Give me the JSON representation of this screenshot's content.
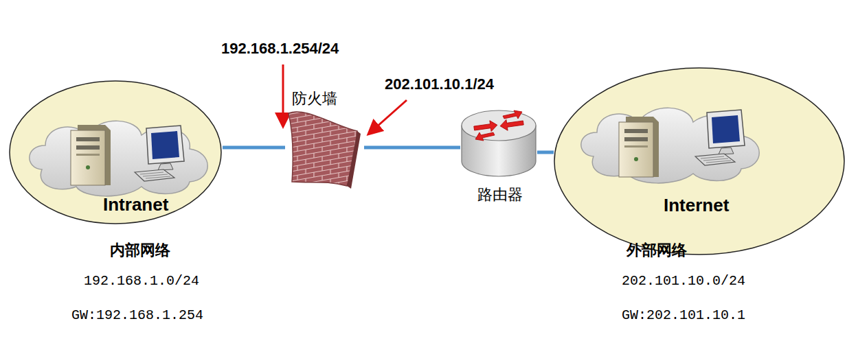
{
  "diagram": {
    "nodes": [
      {
        "text": [
          "Intranet"
        ]
      },
      {
        "text": [
          "防火墙"
        ]
      },
      {
        "text": [
          "路由器"
        ]
      },
      {
        "text": [
          "Internet"
        ]
      }
    ],
    "edges": [
      {
        "from": 0,
        "to": 1,
        "arrow": "none"
      },
      {
        "from": 1,
        "to": 2,
        "arrow": "none"
      },
      {
        "from": 2,
        "to": 3,
        "arrow": "none"
      }
    ],
    "labels": [
      "192.168.1.254/24",
      "202.101.10.1/24",
      "内部网络",
      "192.168.1.0/24",
      "GW:192.168.1.254",
      "外部网络",
      "202.101.10.0/24",
      "GW:202.101.10.1"
    ]
  }
}
